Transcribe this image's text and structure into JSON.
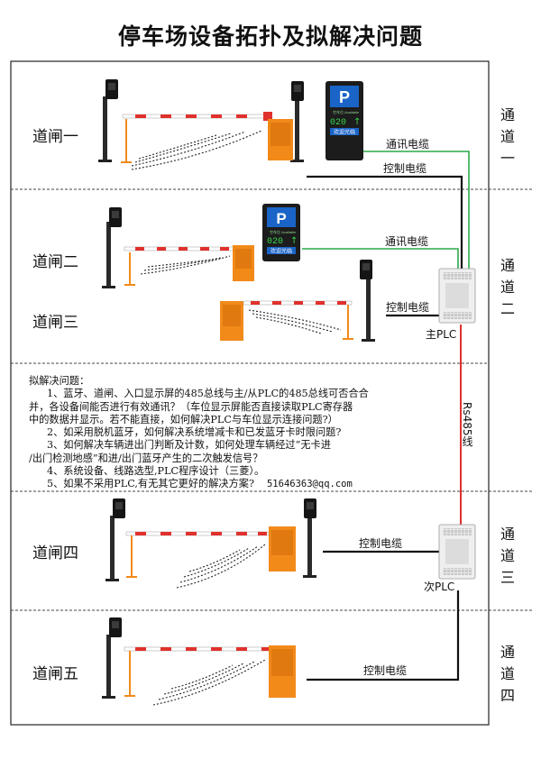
{
  "title": "停车场设备拓扑及拟解决问题",
  "gates": [
    "道闸一",
    "道闸二",
    "道闸三",
    "道闸四",
    "道闸五"
  ],
  "channels": [
    "通道一",
    "通道二",
    "通道三",
    "通道四"
  ],
  "cables": {
    "comm": "通讯电缆",
    "control": "控制电缆",
    "rs485": "Rs485线"
  },
  "plc": {
    "master": "主PLC",
    "slave": "次PLC"
  },
  "display": {
    "top_text": "空车位 Available",
    "count": "020",
    "welcome": "欢迎光临"
  },
  "problems": {
    "heading": "拟解决问题：",
    "lines": [
      "1、蓝牙、道闸、入口显示屏的485总线与主/从PLC的485总线可否合合",
      "并，各设备间能否进行有效通讯？（车位显示屏能否直接读取PLC寄存器",
      "中的数据并显示。若不能直接，如何解决PLC与车位显示连接问题?）",
      "2、如采用脱机蓝牙，如何解决系统增减卡和已发蓝牙卡时限问题?",
      "3、如何解决车辆进出门判断及计数，如何处理车辆经过“无卡进",
      "/出门检测地感”和进/出门蓝牙产生的二次触发信号？",
      "4、系统设备、线路选型,PLC程序设计（三菱）。",
      "5、如果不采用PLC,有无其它更好的解决方案?"
    ],
    "email": "51646363@qq.com"
  },
  "colors": {
    "barrier": "#f28a1a",
    "boom_red": "#e0312c",
    "comm_line": "#2aa84a",
    "rs485_line": "#e03030",
    "display_bg": "#1c1c1c",
    "p_sign": "#1a64c8"
  }
}
